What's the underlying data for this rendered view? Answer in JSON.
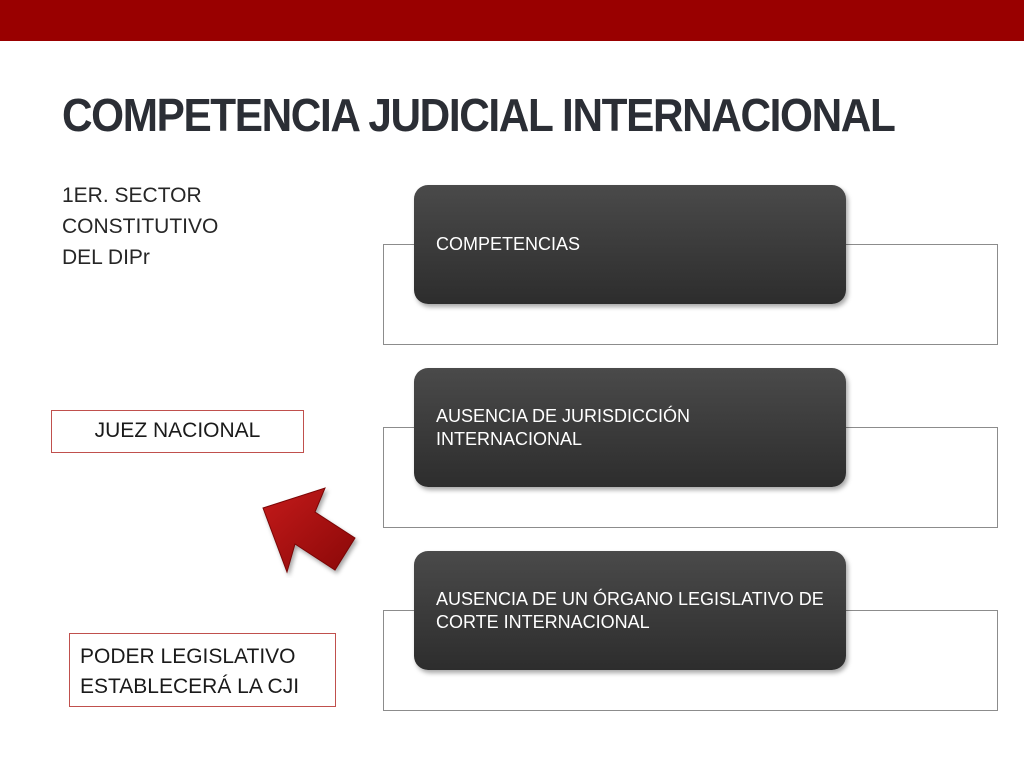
{
  "colors": {
    "top_bar": "#990000",
    "title": "#2b2e35",
    "dark_box": "#333333",
    "red_accent": "#c0504d",
    "arrow": "#a10c0c"
  },
  "slide": {
    "title": "COMPETENCIA JUDICIAL INTERNACIONAL",
    "subtitle_lines": [
      "1ER. SECTOR",
      "CONSTITUTIVO",
      "DEL DIPr"
    ]
  },
  "diagram": {
    "items": [
      {
        "label": "COMPETENCIAS"
      },
      {
        "label": "AUSENCIA DE JURISDICCIÓN INTERNACIONAL"
      },
      {
        "label": "AUSENCIA DE UN ÓRGANO LEGISLATIVO DE CORTE INTERNACIONAL"
      }
    ]
  },
  "callouts": {
    "juez": "JUEZ NACIONAL",
    "poder_lines": [
      "PODER LEGISLATIVO",
      "ESTABLECERÁ LA CJI"
    ]
  },
  "icons": {
    "arrow": "arrow-up-left-icon"
  }
}
